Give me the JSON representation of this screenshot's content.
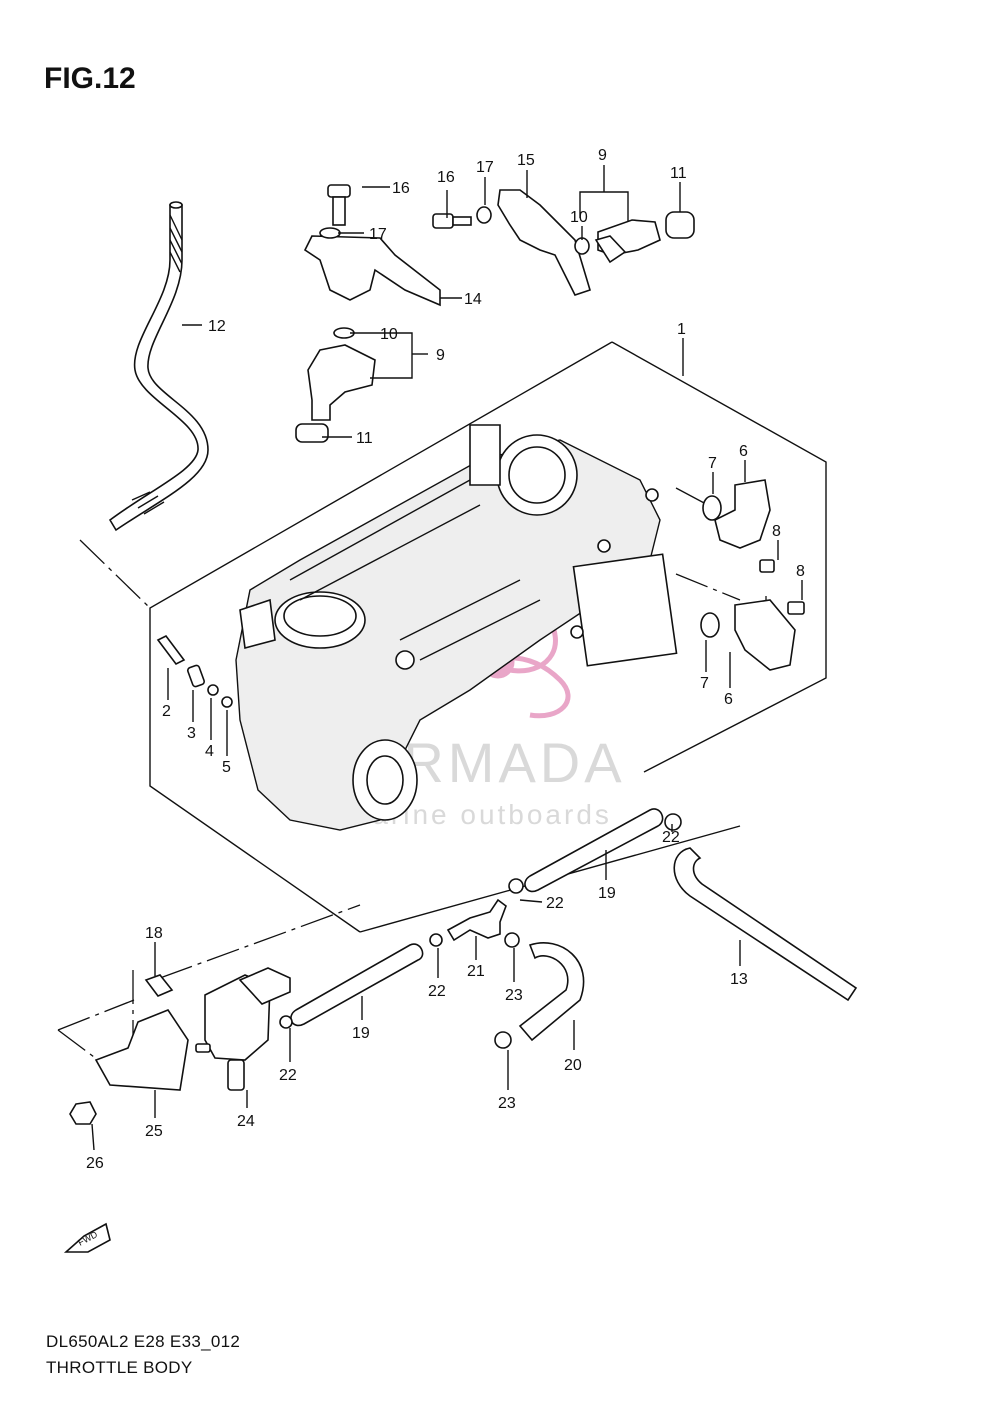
{
  "figure": {
    "title": "FIG.12"
  },
  "footer": {
    "model_code": "DL650AL2 E28 E33_012",
    "caption": "THROTTLE BODY"
  },
  "watermark": {
    "brand": "ARMADA",
    "tagline": "marine outboards",
    "color": "#e9a6c8"
  },
  "fwd_label": "FWD",
  "callouts": [
    {
      "id": "c1",
      "label": "1"
    },
    {
      "id": "c2",
      "label": "2"
    },
    {
      "id": "c3",
      "label": "3"
    },
    {
      "id": "c4",
      "label": "4"
    },
    {
      "id": "c5",
      "label": "5"
    },
    {
      "id": "c6a",
      "label": "6"
    },
    {
      "id": "c6b",
      "label": "6"
    },
    {
      "id": "c7a",
      "label": "7"
    },
    {
      "id": "c7b",
      "label": "7"
    },
    {
      "id": "c8a",
      "label": "8"
    },
    {
      "id": "c8b",
      "label": "8"
    },
    {
      "id": "c9a",
      "label": "9"
    },
    {
      "id": "c9b",
      "label": "9"
    },
    {
      "id": "c10a",
      "label": "10"
    },
    {
      "id": "c10b",
      "label": "10"
    },
    {
      "id": "c11a",
      "label": "11"
    },
    {
      "id": "c11b",
      "label": "11"
    },
    {
      "id": "c12",
      "label": "12"
    },
    {
      "id": "c13",
      "label": "13"
    },
    {
      "id": "c14",
      "label": "14"
    },
    {
      "id": "c15",
      "label": "15"
    },
    {
      "id": "c16a",
      "label": "16"
    },
    {
      "id": "c16b",
      "label": "16"
    },
    {
      "id": "c17a",
      "label": "17"
    },
    {
      "id": "c17b",
      "label": "17"
    },
    {
      "id": "c18",
      "label": "18"
    },
    {
      "id": "c19a",
      "label": "19"
    },
    {
      "id": "c19b",
      "label": "19"
    },
    {
      "id": "c20",
      "label": "20"
    },
    {
      "id": "c21",
      "label": "21"
    },
    {
      "id": "c22a",
      "label": "22"
    },
    {
      "id": "c22b",
      "label": "22"
    },
    {
      "id": "c22c",
      "label": "22"
    },
    {
      "id": "c22d",
      "label": "22"
    },
    {
      "id": "c23a",
      "label": "23"
    },
    {
      "id": "c23b",
      "label": "23"
    },
    {
      "id": "c24",
      "label": "24"
    },
    {
      "id": "c25",
      "label": "25"
    },
    {
      "id": "c26",
      "label": "26"
    }
  ]
}
